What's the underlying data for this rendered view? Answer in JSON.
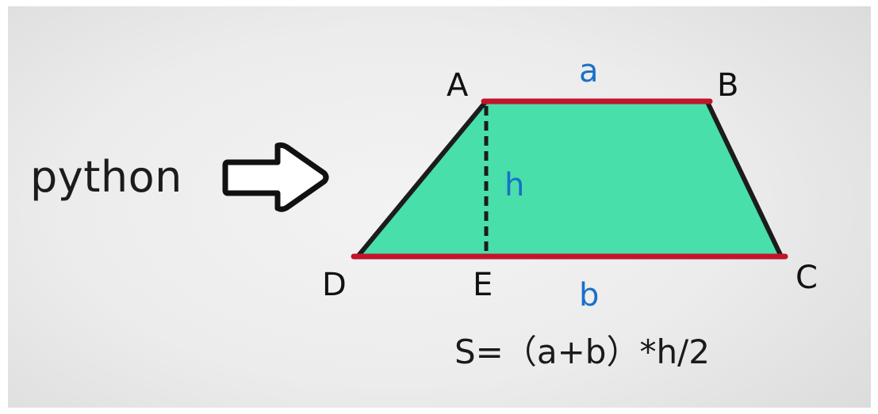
{
  "left_text": "python",
  "arrow_icon": "hollow-right-arrow-icon",
  "shape": {
    "type": "trapezoid",
    "fill_color": "#48dfaa",
    "outline_color": "#1c1c1c",
    "parallel_side_color": "#c0152a",
    "height_line_color": "#1c1c1c"
  },
  "vertices": {
    "A": "A",
    "B": "B",
    "C": "C",
    "D": "D",
    "E": "E"
  },
  "measures": {
    "top_base": "a",
    "bottom_base": "b",
    "height": "h",
    "color": "#1a70c8"
  },
  "formula": "S=（a+b）*h/2"
}
